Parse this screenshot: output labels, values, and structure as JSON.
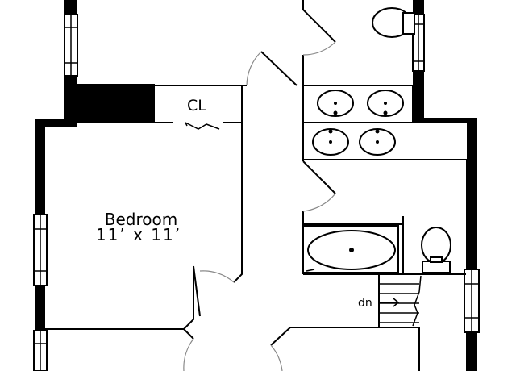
{
  "plan": {
    "rooms": [
      {
        "name": "Bedroom",
        "dimensions": "11’ x 11’"
      }
    ],
    "closet": {
      "label": "CL"
    },
    "stairs": {
      "label": "dn"
    }
  },
  "colors": {
    "walls": "#000000",
    "background": "#ffffff",
    "door_swing": "#888888"
  }
}
